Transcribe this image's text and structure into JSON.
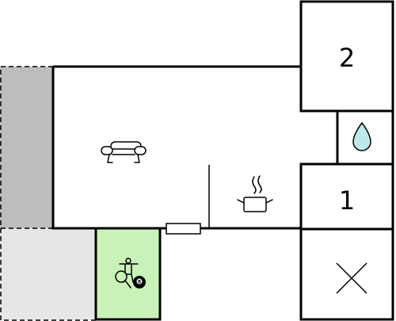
{
  "rooms": {
    "bedroom_2": {
      "label": "2"
    },
    "bedroom_1": {
      "label": "1"
    }
  },
  "icons": {
    "living": "sofa-icon",
    "kitchen": "cooking-pot-icon",
    "bathroom": "water-drop-icon",
    "games": "table-tennis-billiards-icon",
    "unused": "cross-icon"
  },
  "billiard_ball_number": "8",
  "colors": {
    "wall": "#000000",
    "terrace_dark": "#bdbdbd",
    "terrace_light": "#e6e6e6",
    "games_room": "#c9f2b8",
    "water_drop": "#bfe8ec"
  }
}
